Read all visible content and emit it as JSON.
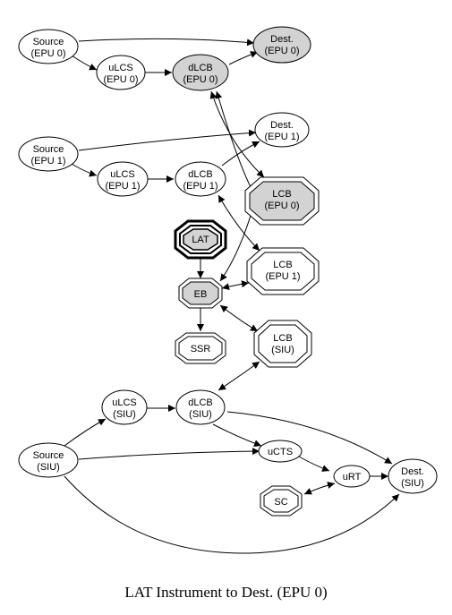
{
  "caption": "LAT Instrument to Dest. (EPU 0)",
  "nodes": {
    "source_epu0": [
      "Source",
      "(EPU 0)"
    ],
    "dest_epu0": [
      "Dest.",
      "(EPU 0)"
    ],
    "ulcs_epu0": [
      "uLCS",
      "(EPU 0)"
    ],
    "dlcb_epu0": [
      "dLCB",
      "(EPU 0)"
    ],
    "source_epu1": [
      "Source",
      "(EPU 1)"
    ],
    "dest_epu1": [
      "Dest.",
      "(EPU 1)"
    ],
    "ulcs_epu1": [
      "uLCS",
      "(EPU 1)"
    ],
    "dlcb_epu1": [
      "dLCB",
      "(EPU 1)"
    ],
    "lcb_epu0": [
      "LCB",
      "(EPU 0)"
    ],
    "lat": [
      "LAT"
    ],
    "lcb_epu1": [
      "LCB",
      "(EPU 1)"
    ],
    "eb": [
      "EB"
    ],
    "ssr": [
      "SSR"
    ],
    "lcb_siu": [
      "LCB",
      "(SIU)"
    ],
    "ulcs_siu": [
      "uLCS",
      "(SIU)"
    ],
    "dlcb_siu": [
      "dLCB",
      "(SIU)"
    ],
    "source_siu": [
      "Source",
      "(SIU)"
    ],
    "ucts": [
      "uCTS"
    ],
    "urt": [
      "uRT"
    ],
    "dest_siu": [
      "Dest.",
      "(SIU)"
    ],
    "sc": [
      "SC"
    ]
  },
  "colors": {
    "highlight_fill": "#d3d3d3",
    "stroke": "#000000",
    "background": "#ffffff"
  }
}
